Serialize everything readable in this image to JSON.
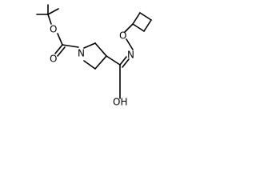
{
  "molecule": {
    "atom_labels": {
      "o_carbonyl_boc": "O",
      "o_ester_boc": "O",
      "n_ring": "N",
      "n_amide": "N",
      "o_oxime": "O",
      "oh_label": "OH"
    },
    "colors": {
      "bond": "#000000",
      "text": "#000000",
      "background": "#ffffff"
    }
  }
}
